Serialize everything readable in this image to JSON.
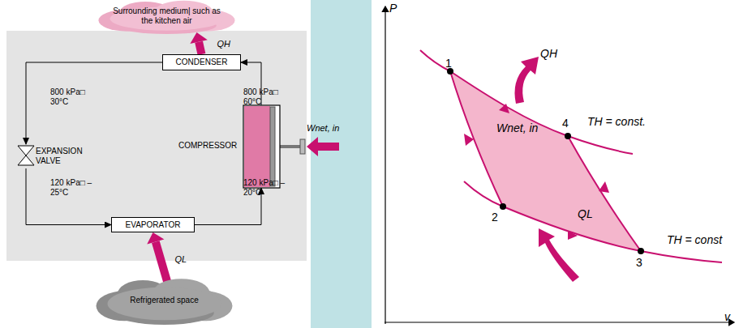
{
  "diagram": {
    "nodes": [
      {
        "text": [
          "Surrounding medium| such as the kitchen air"
        ]
      },
      {
        "text": [
          "CONDENSER"
        ]
      },
      {
        "text": [
          "EXPANSION VALVE"
        ]
      },
      {
        "text": [
          "COMPRESSOR"
        ]
      },
      {
        "text": [
          "EVAPORATOR"
        ]
      },
      {
        "text": [
          "Refrigerated space"
        ]
      }
    ],
    "edges": [
      {
        "from": 3,
        "to": 1,
        "arrow": "to"
      },
      {
        "from": 1,
        "to": 2,
        "arrow": "to"
      },
      {
        "from": 2,
        "to": 4,
        "arrow": "to"
      },
      {
        "from": 4,
        "to": 3,
        "arrow": "to"
      },
      {
        "from": 1,
        "to": 0,
        "arrow": "to",
        "label": "QH"
      },
      {
        "from": 5,
        "to": 4,
        "arrow": "to",
        "label": "QL"
      }
    ],
    "labels": [
      "800 kPa□ 30°C",
      "800 kPa□ 60°C",
      "120 kPa□ –25°C",
      "120 kPa□ –20°C",
      "Wnet, in",
      "P",
      "v",
      "1",
      "2",
      "3",
      "4",
      "QH",
      "Wnet, in",
      "QL",
      "TH = const.",
      "TH = const"
    ]
  }
}
